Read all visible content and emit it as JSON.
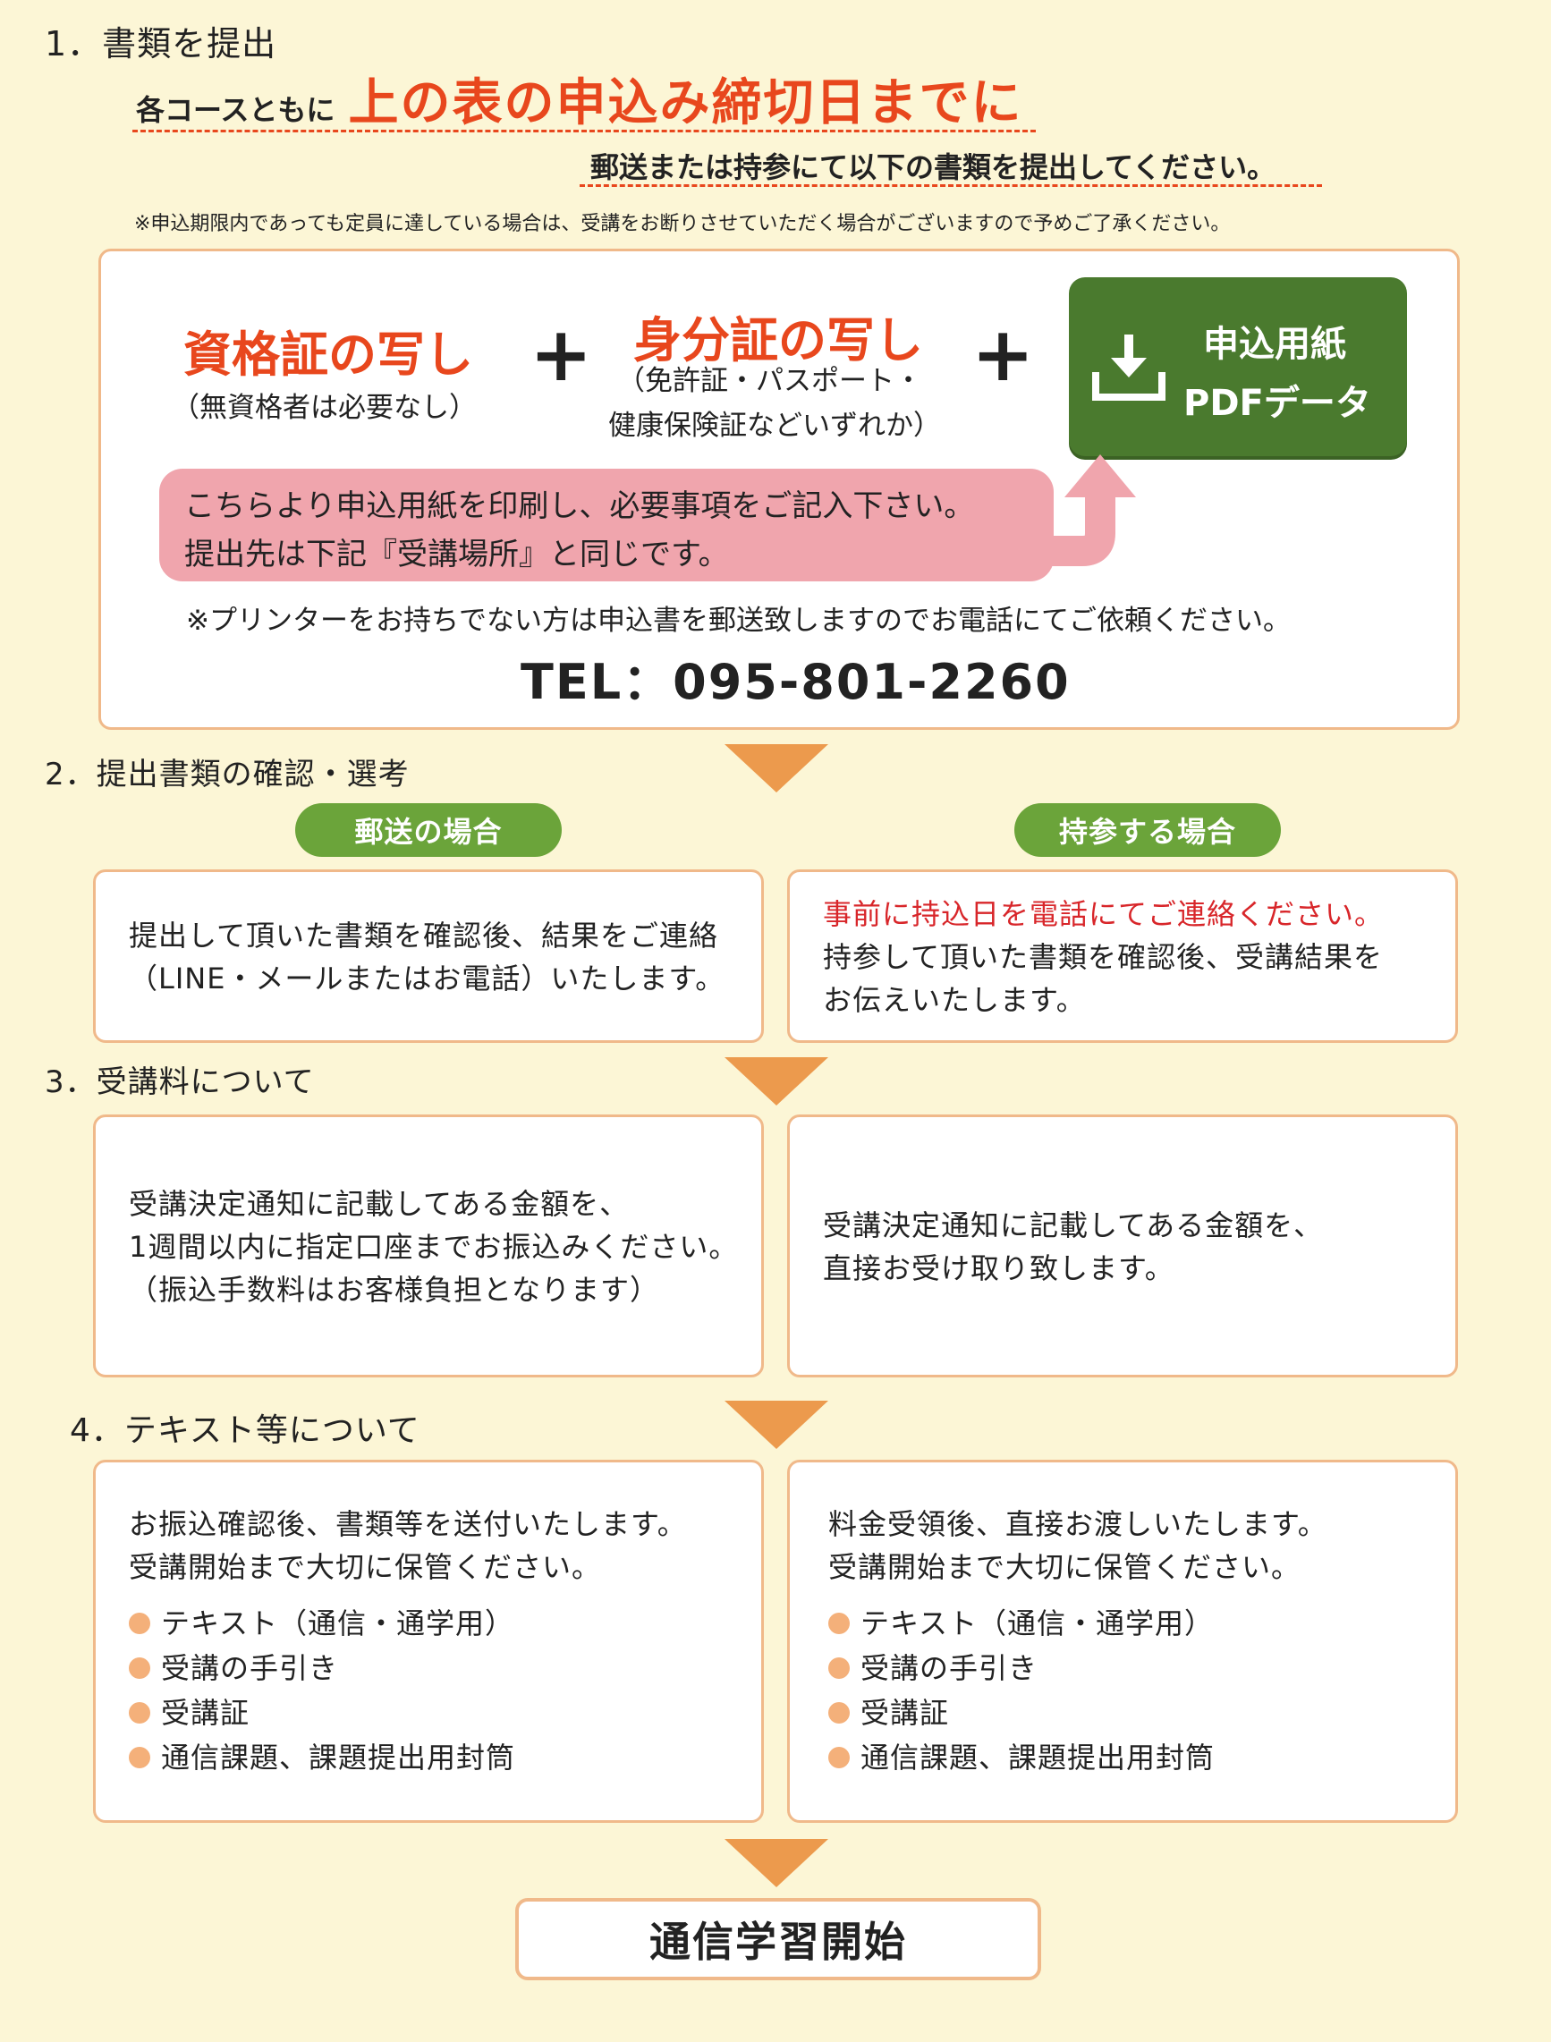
{
  "colors": {
    "background": "#fcf6d6",
    "accent_red": "#e8471d",
    "border_orange": "#f0b98a",
    "arrow_orange": "#ec9a4d",
    "green": "#6ba43a",
    "dark_green": "#4a7a2e",
    "pink": "#f0a5ad",
    "warning_red": "#d8262a"
  },
  "step1": {
    "heading": "1．書類を提出",
    "lead_small": "各コースともに",
    "lead_big": "上の表の申込み締切日までに",
    "lead_second": "郵送または持参にて以下の書類を提出してください。",
    "notice": "※申込期限内であっても定員に達している場合は、受講をお断りさせていただく場合がございますので予めご了承ください。",
    "item1_title": "資格証の写し",
    "item1_sub": "（無資格者は必要なし）",
    "plus": "+",
    "item2_title": "身分証の写し",
    "item2_sub1": "（免許証・パスポート・",
    "item2_sub2": "健康保険証などいずれか）",
    "download_icon": "download-icon",
    "download_label1": "申込用紙",
    "download_label2": "PDFデータ",
    "pink_line1": "こちらより申込用紙を印刷し、必要事項をご記入下さい。",
    "pink_line2": "提出先は下記『受講場所』と同じです。",
    "printer_note": "※プリンターをお持ちでない方は申込書を郵送致しますのでお電話にてご依頼ください。",
    "tel": "TEL：095-801-2260"
  },
  "step2": {
    "heading": "2．提出書類の確認・選考",
    "mail_label": "郵送の場合",
    "bring_label": "持参する場合",
    "mail_line1": "提出して頂いた書類を確認後、結果をご連絡",
    "mail_line2": "（LINE・メールまたはお電話）いたします。",
    "bring_warning": "事前に持込日を電話にてご連絡ください。",
    "bring_line1": "持参して頂いた書類を確認後、受講結果を",
    "bring_line2": "お伝えいたします。"
  },
  "step3": {
    "heading": "3．受講料について",
    "left_line1": "受講決定通知に記載してある金額を、",
    "left_line2": "1週間以内に指定口座までお振込みください。",
    "left_line3": "（振込手数料はお客様負担となります）",
    "right_line1": "受講決定通知に記載してある金額を、",
    "right_line2": "直接お受け取り致します。"
  },
  "step4": {
    "heading": "4．テキスト等について",
    "left_line1": "お振込確認後、書類等を送付いたします。",
    "left_line2": "受講開始まで大切に保管ください。",
    "right_line1": "料金受領後、直接お渡しいたします。",
    "right_line2": "受講開始まで大切に保管ください。",
    "items": [
      "テキスト（通信・通学用）",
      "受講の手引き",
      "受講証",
      "通信課題、課題提出用封筒"
    ]
  },
  "final": {
    "label": "通信学習開始"
  }
}
